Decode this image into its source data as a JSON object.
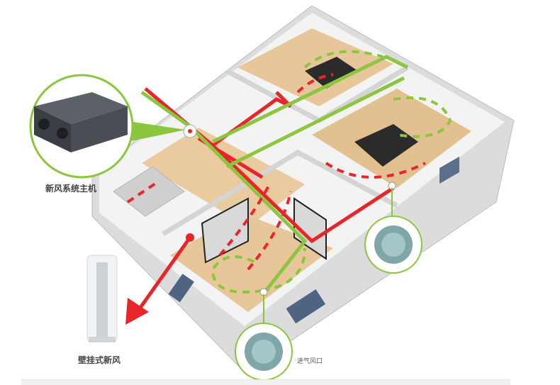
{
  "labels": {
    "host_unit": "新风系统主机",
    "wall_unit": "壁挂式新风",
    "air_inlet": "进气风口"
  },
  "colors": {
    "exhaust_duct": "#e8262a",
    "fresh_air_duct": "#8cc63f",
    "floor": "#e7c79a",
    "wall": "#e9e9e9"
  },
  "icons": [
    "ventilation-host-unit",
    "air-purifier",
    "air-vent-diffuser",
    "exhaust-arrow",
    "fresh-air-arrow"
  ]
}
